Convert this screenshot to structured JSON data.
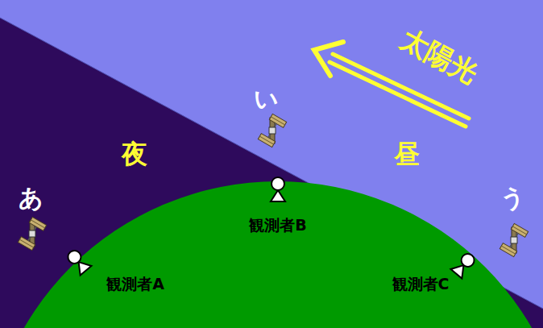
{
  "diagram": {
    "labels": [
      "太陽光",
      "い",
      "夜",
      "昼",
      "あ",
      "う",
      "観測者B",
      "観測者A",
      "観測者C"
    ]
  }
}
